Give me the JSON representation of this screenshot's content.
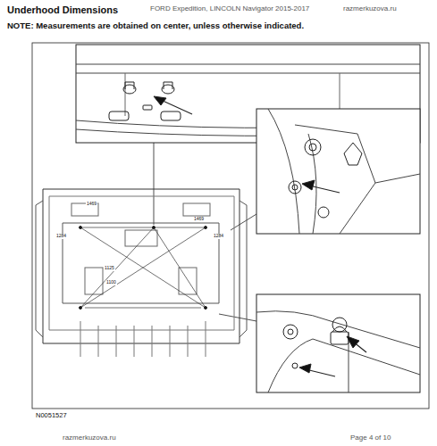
{
  "diagram": {
    "title": "Underhood Dimensions",
    "labels": [
      "FORD Expedition, LINCOLN Navigator 2015-2017",
      "razmerkuzova.ru",
      "NOTE: Measurements are obtained on center, unless otherwise indicated.",
      "1469",
      "1469",
      "1125",
      "1100",
      "1284",
      "1284",
      "N0051527",
      "razmerkuzova.ru",
      "Page 4 of 10"
    ]
  }
}
